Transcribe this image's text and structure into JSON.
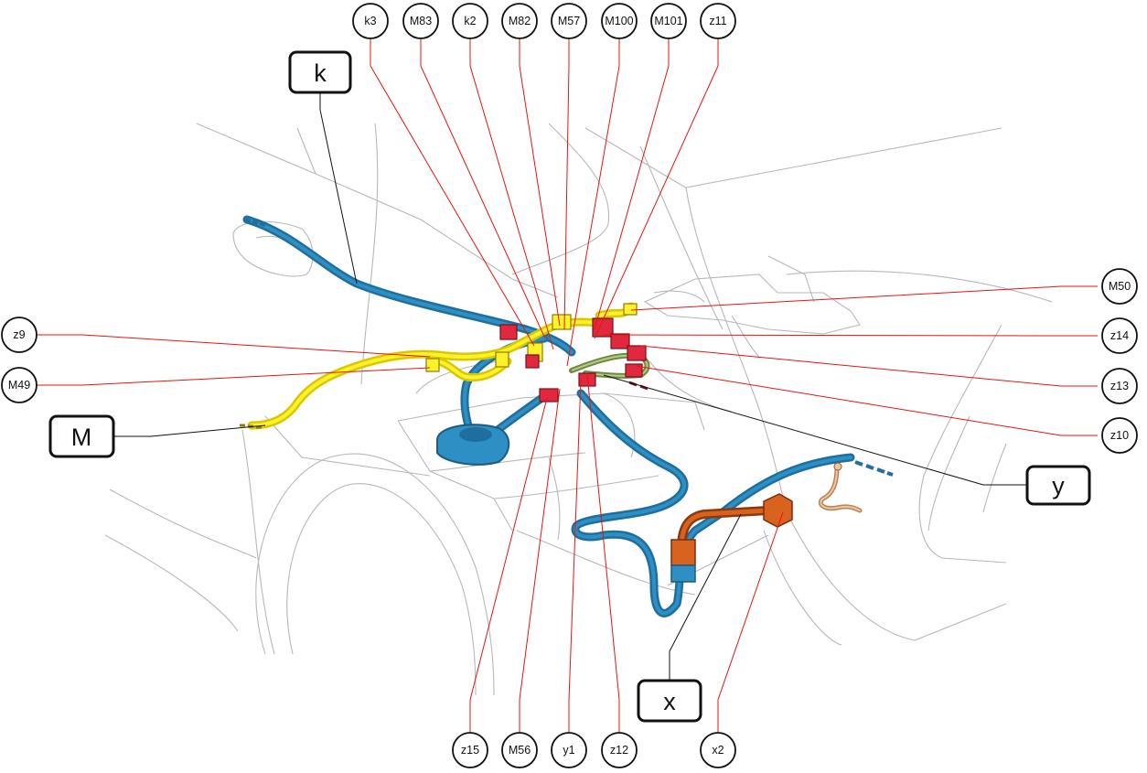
{
  "diagram": {
    "top_callouts": [
      "k3",
      "M83",
      "k2",
      "M82",
      "M57",
      "M100",
      "M101",
      "z11"
    ],
    "bottom_callouts": [
      "z15",
      "M56",
      "y1",
      "z12",
      "x2"
    ],
    "left_callouts": [
      "z9",
      "M49"
    ],
    "right_callouts": [
      "M50",
      "z14",
      "z13",
      "z10"
    ],
    "harness_labels": {
      "k": "k",
      "M": "M",
      "y": "y",
      "x": "x"
    },
    "colors": {
      "leader_lines": "#e8150e",
      "harness_k_blue": "#1f6f9e",
      "harness_M_yellow": "#fff22a",
      "harness_x_orange": "#d9621f",
      "connectors": "#e0283f",
      "harness_y_green": "#6e8a3c"
    }
  }
}
